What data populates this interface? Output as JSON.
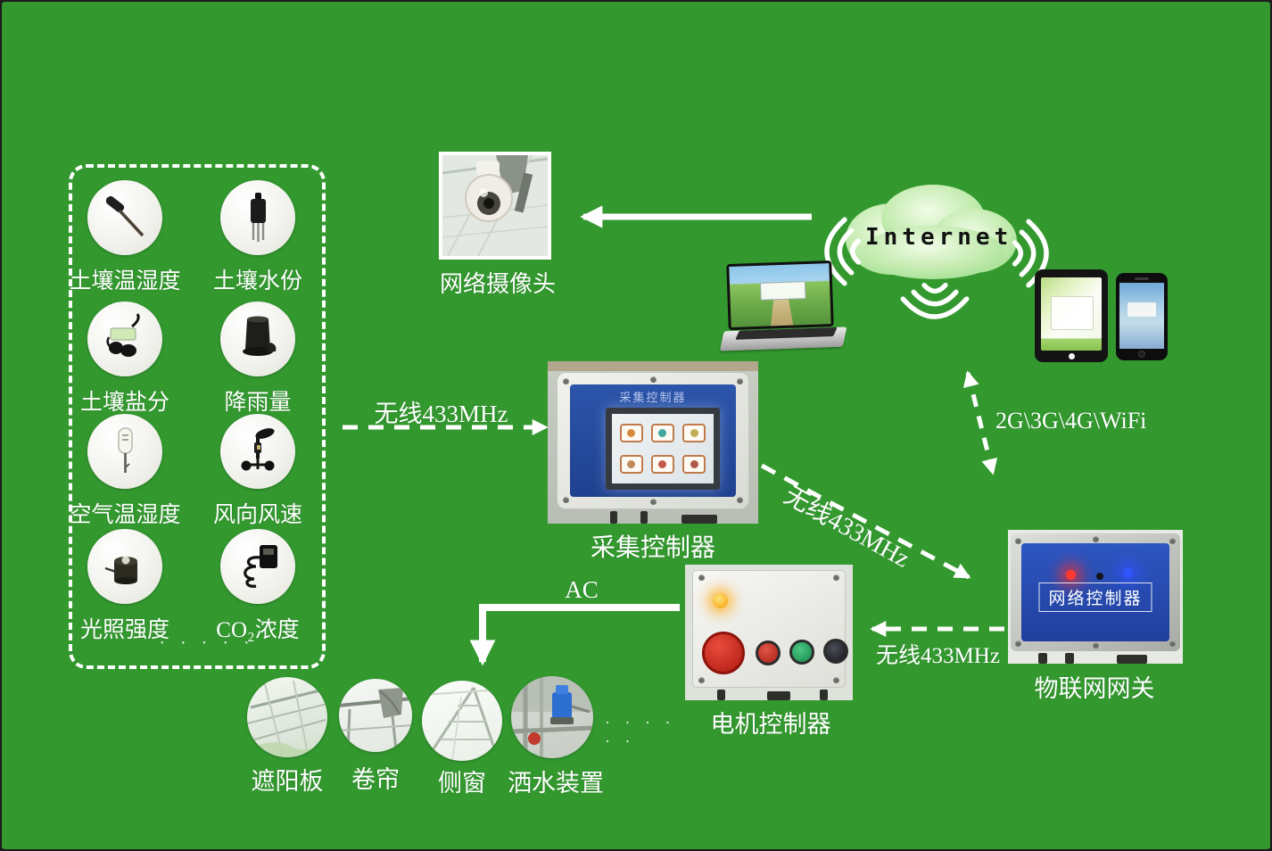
{
  "sensor_panel": {
    "items": [
      {
        "label": "土壤温湿度",
        "icon": "soil-temp-humidity-probe-icon"
      },
      {
        "label": "土壤水份",
        "icon": "soil-moisture-sensor-icon"
      },
      {
        "label": "土壤盐分",
        "icon": "soil-salinity-sensor-icon"
      },
      {
        "label": "降雨量",
        "icon": "rain-gauge-icon"
      },
      {
        "label": "空气温湿度",
        "icon": "air-temp-humidity-sensor-icon"
      },
      {
        "label": "风向风速",
        "icon": "wind-sensor-icon"
      },
      {
        "label": "光照强度",
        "icon": "light-intensity-sensor-icon"
      },
      {
        "label": "CO₂浓度",
        "icon": "co2-sensor-icon"
      }
    ],
    "more_dots": "· · · · ·"
  },
  "camera": {
    "label": "网络摄像头"
  },
  "internet": {
    "label": "Internet"
  },
  "collector": {
    "label": "采集控制器",
    "screen_title": "采集控制器"
  },
  "gateway": {
    "device_label": "网络控制器",
    "label": "物联网网关"
  },
  "motor": {
    "label": "电机控制器"
  },
  "actuators": {
    "items": [
      {
        "label": "遮阳板"
      },
      {
        "label": "卷帘"
      },
      {
        "label": "侧窗"
      },
      {
        "label": "洒水装置"
      }
    ],
    "more_dots": "· · · · · ·"
  },
  "links": {
    "sensors_to_collector": "无线433MHz",
    "collector_to_gateway": "无线433MHz",
    "gateway_to_motor": "无线433MHz",
    "cloud_to_gateway": "2G\\3G\\4G\\WiFi",
    "motor_power": "AC"
  },
  "colors": {
    "background": "#33992f",
    "panel_blue": "#2450a6",
    "line_white": "#ffffff",
    "led_red": "#ff2d2d",
    "led_blue": "#2a52ff"
  }
}
